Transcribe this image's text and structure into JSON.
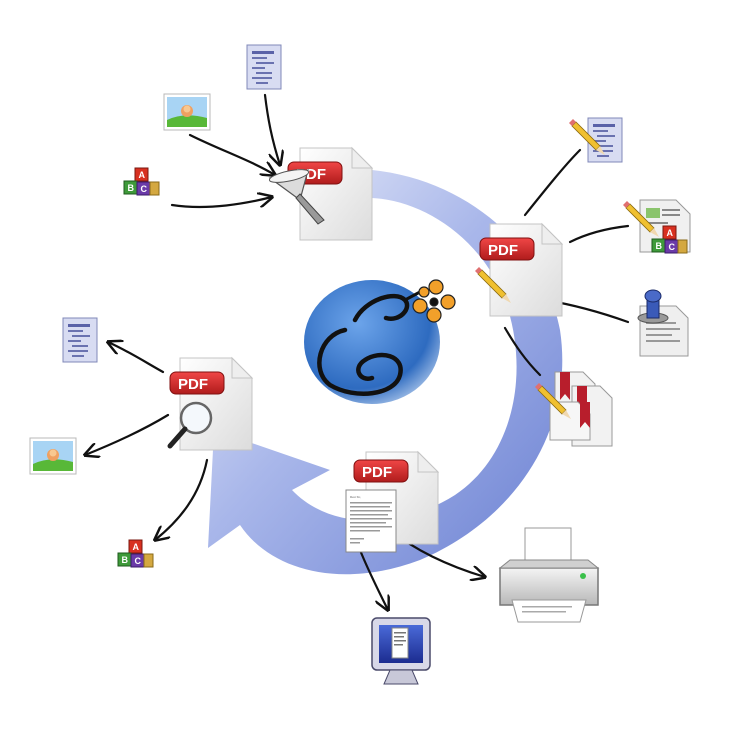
{
  "diagram": {
    "pdf_badge_text": "PDF",
    "abc_blocks": [
      "A",
      "B",
      "C"
    ],
    "document_preview_text": "Dear Sir,",
    "nodes": [
      {
        "id": "create-pdf",
        "label": "PDF",
        "tool": "funnel-icon"
      },
      {
        "id": "edit-pdf",
        "label": "PDF",
        "tool": "pencil-icon"
      },
      {
        "id": "render-pdf",
        "label": "PDF",
        "tool": "text-page-icon"
      },
      {
        "id": "extract-pdf",
        "label": "PDF",
        "tool": "magnifier-icon"
      }
    ],
    "center_logo": "bomb-logo-icon",
    "inputs": [
      "text-document-icon",
      "image-icon",
      "abc-blocks-icon"
    ],
    "edit_outputs": [
      "text-document-icon",
      "mixed-document-icon",
      "stamp-document-icon",
      "bookmarks-document-icon"
    ],
    "render_outputs": [
      "monitor-icon",
      "printer-icon"
    ],
    "extract_outputs": [
      "text-document-icon",
      "image-icon",
      "abc-blocks-icon"
    ],
    "colors": {
      "cycle_arrow": "#7b8fd8",
      "pdf_badge": "#d42a2a",
      "logo_blue": "#3a78c8",
      "fuse_orange": "#f2a02a",
      "pencil_yellow": "#f0c030",
      "bookmark_red": "#b81e2c"
    }
  }
}
